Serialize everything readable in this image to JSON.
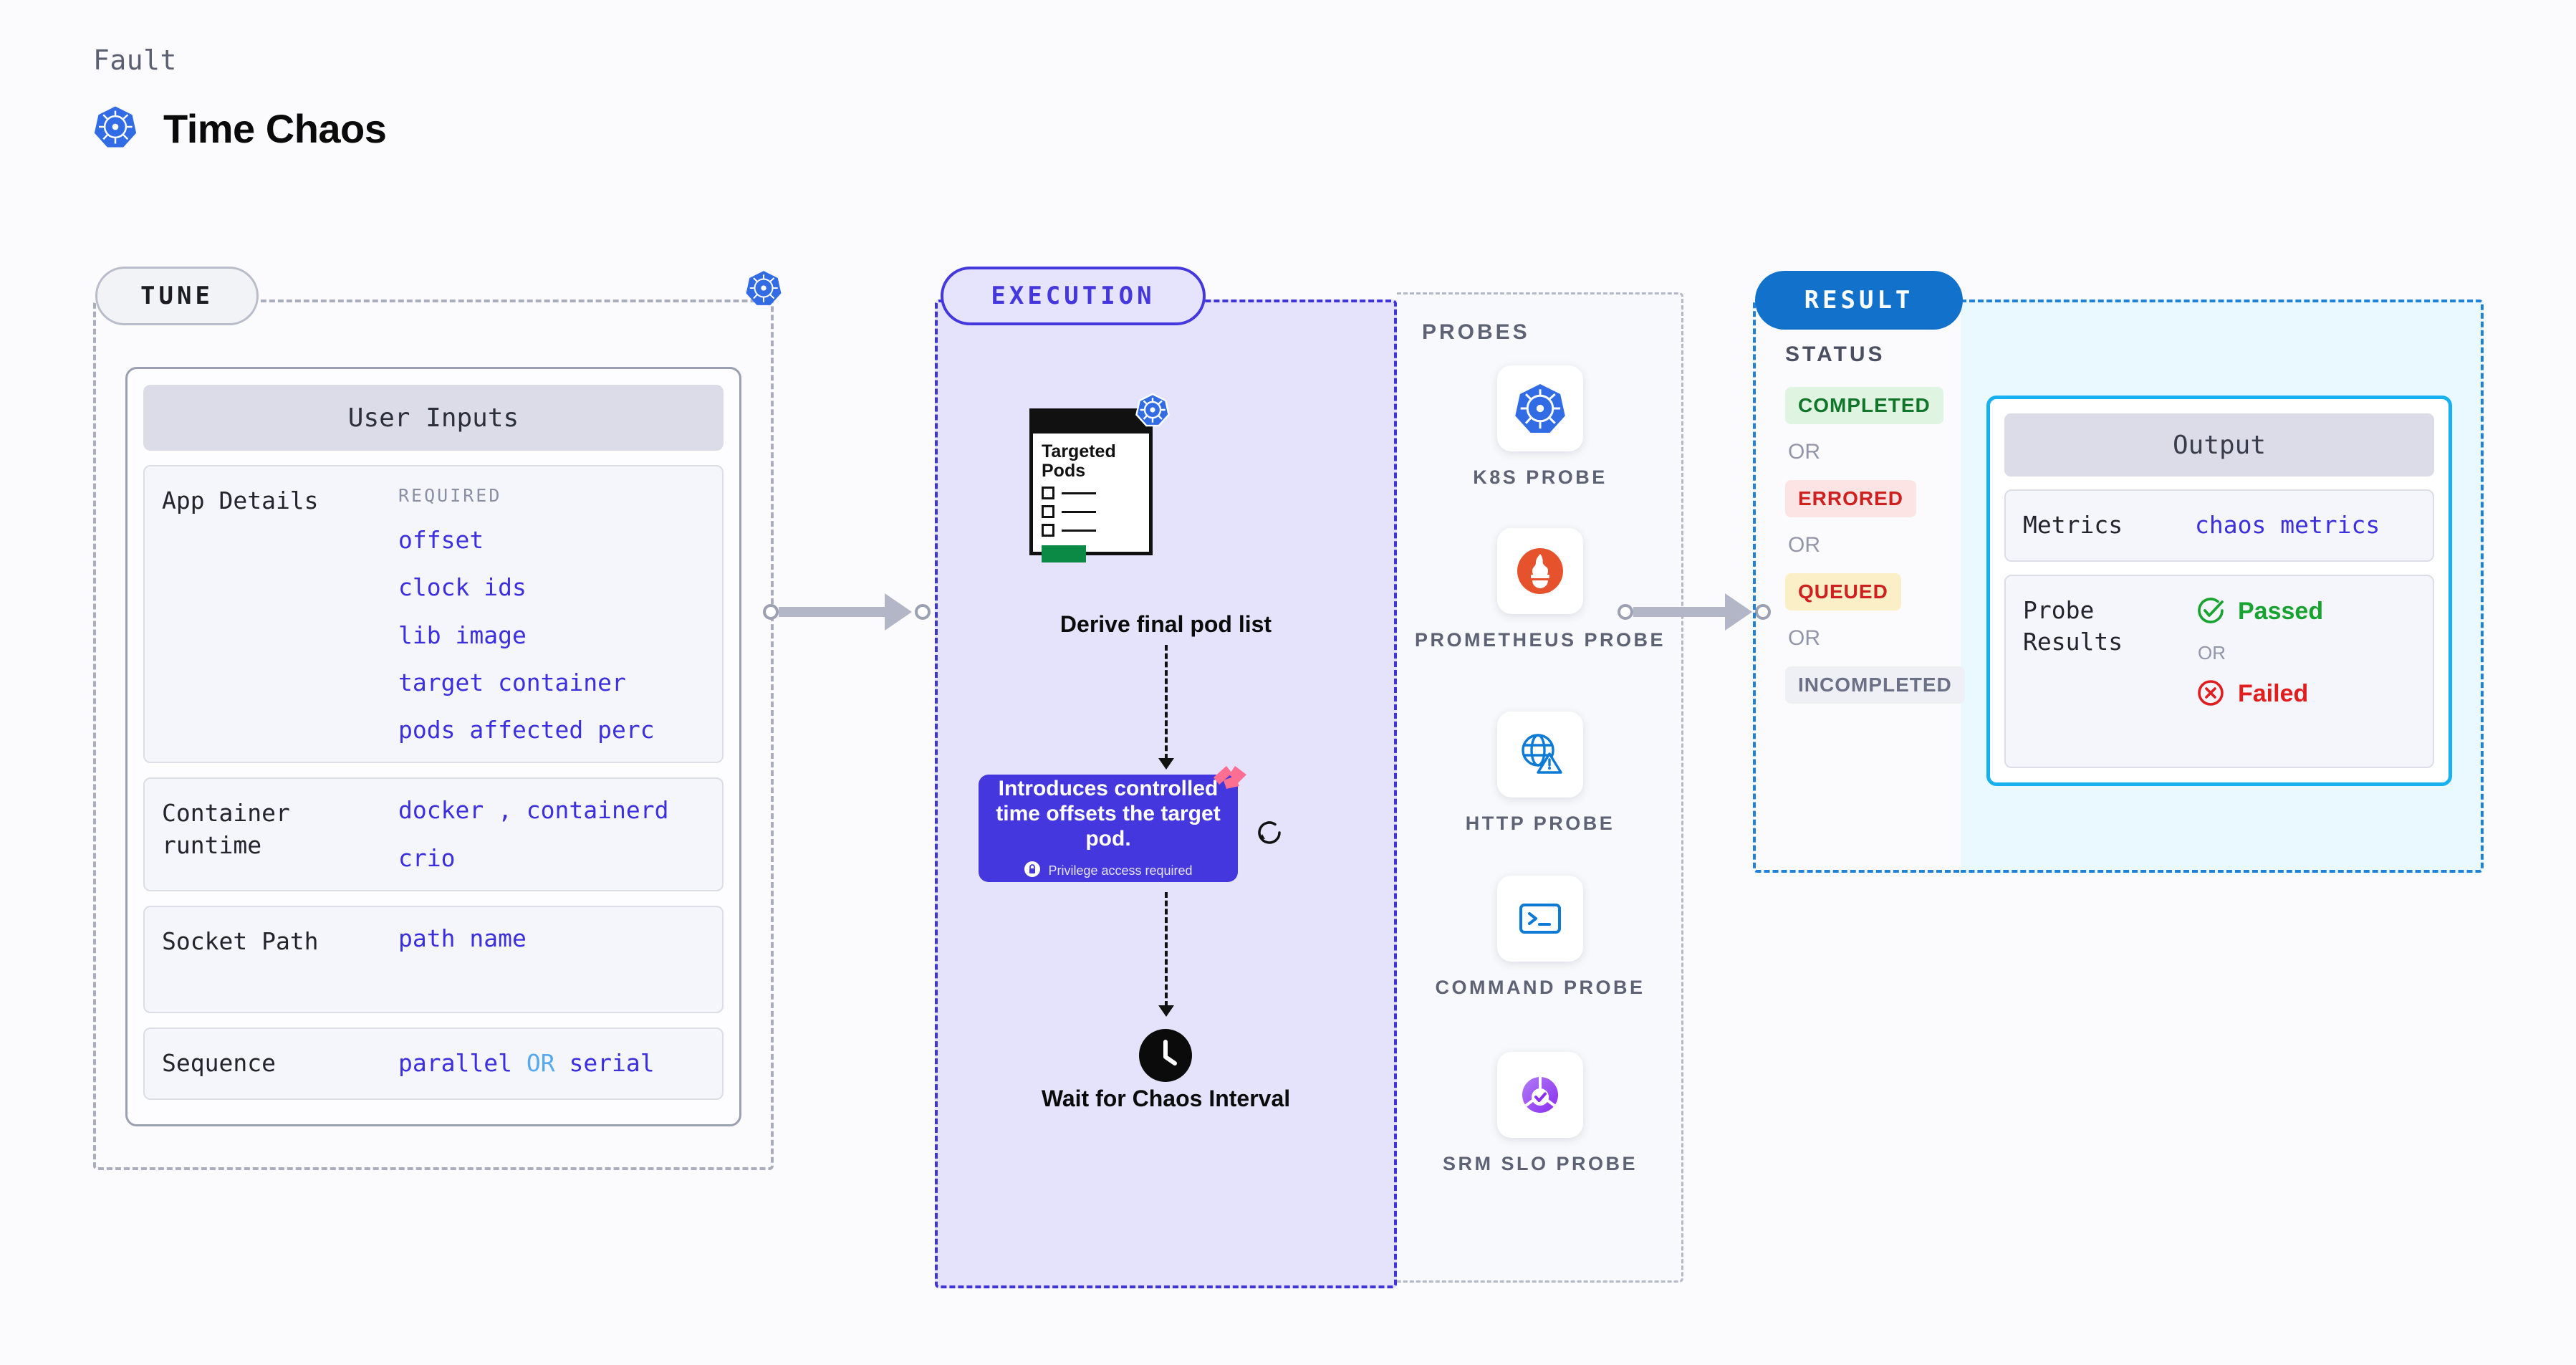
{
  "header": {
    "fault_label": "Fault",
    "title": "Time Chaos",
    "icon": "kubernetes-icon"
  },
  "tune": {
    "pill_label": "TUNE",
    "corner_icon": "kubernetes-icon",
    "card_title": "User Inputs",
    "rows": [
      {
        "key": "App Details",
        "required_label": "REQUIRED",
        "values": [
          "offset",
          "clock ids",
          "lib image",
          "target container",
          "pods affected perc"
        ]
      },
      {
        "key": "Container runtime",
        "values": [
          "docker , containerd",
          "crio"
        ]
      },
      {
        "key": "Socket Path",
        "values": [
          "path name"
        ]
      },
      {
        "key": "Sequence",
        "values": [
          "parallel OR serial"
        ],
        "sequence_parts": {
          "a": "parallel",
          "or": "OR",
          "b": "serial"
        }
      }
    ]
  },
  "execution": {
    "pill_label": "EXECUTION",
    "pods_card": {
      "title": "Targeted Pods",
      "icon": "kubernetes-icon"
    },
    "derive_caption": "Derive final pod list",
    "fault_card": {
      "text": "Introduces controlled time offsets the target pod.",
      "privilege_note": "Privilege access required",
      "privilege_icon": "lock-icon",
      "ribbon_icon": "chaos-ribbon-icon",
      "retry_icon": "retry-icon",
      "accent": "#4437dd"
    },
    "wait_caption": "Wait for Chaos Interval",
    "wait_icon": "clock-icon"
  },
  "probes": {
    "label": "PROBES",
    "items": [
      {
        "name": "K8S PROBE",
        "icon": "kubernetes-icon"
      },
      {
        "name": "PROMETHEUS PROBE",
        "icon": "prometheus-icon"
      },
      {
        "name": "HTTP PROBE",
        "icon": "http-globe-warning-icon"
      },
      {
        "name": "COMMAND PROBE",
        "icon": "terminal-icon"
      },
      {
        "name": "SRM SLO PROBE",
        "icon": "srm-slo-donut-icon"
      }
    ]
  },
  "result": {
    "pill_label": "RESULT",
    "status_label": "STATUS",
    "or_label": "OR",
    "statuses": [
      {
        "label": "COMPLETED",
        "color": "#11762a",
        "bg": "#dff5e1"
      },
      {
        "label": "ERRORED",
        "color": "#cf2020",
        "bg": "#fce4e4"
      },
      {
        "label": "QUEUED",
        "color": "#cf2020",
        "bg": "#fbefc8"
      },
      {
        "label": "INCOMPLETED",
        "color": "#6b7087",
        "bg": "#eff0f5"
      }
    ],
    "output": {
      "title": "Output",
      "metrics_key": "Metrics",
      "metrics_value": "chaos metrics",
      "probe_results_key": "Probe Results",
      "passed_label": "Passed",
      "failed_label": "Failed",
      "or_label": "OR",
      "passed_icon": "check-circle-icon",
      "failed_icon": "x-circle-icon",
      "border_color": "#18b0ee"
    }
  }
}
